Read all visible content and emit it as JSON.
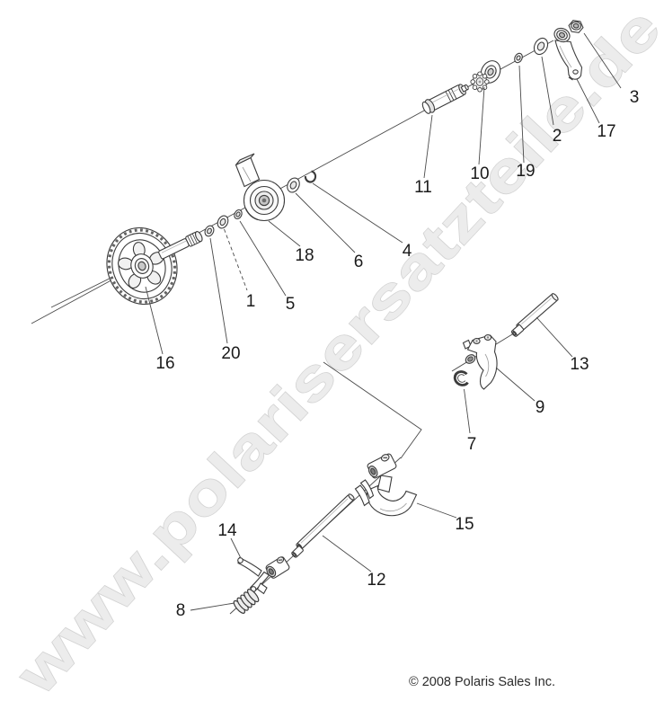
{
  "watermark": {
    "text": "www.polarisersatzteile.de"
  },
  "footer": {
    "copyright": "© 2008 Polaris Sales Inc."
  },
  "diagram": {
    "title_hidden": "",
    "colors": {
      "background": "#ffffff",
      "line_ink": "#3c3c3c",
      "leader_ink": "#4a4a4a",
      "label_ink": "#1b1b1b",
      "watermark_fill": "#ececec",
      "watermark_stroke": "#d3d3d3"
    },
    "callouts": {
      "1": "1",
      "2": "2",
      "3": "3",
      "4": "4",
      "5": "5",
      "6": "6",
      "7": "7",
      "8": "8",
      "9": "9",
      "10": "10",
      "11": "11",
      "12": "12",
      "13": "13",
      "14": "14",
      "15": "15",
      "16": "16",
      "17": "17",
      "18": "18",
      "19": "19",
      "20": "20"
    }
  }
}
